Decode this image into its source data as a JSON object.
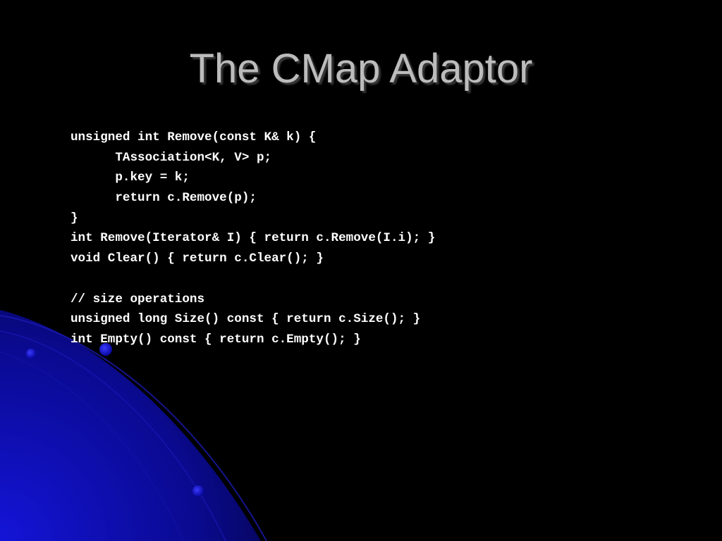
{
  "slide": {
    "title": "The CMap Adaptor",
    "code_lines": [
      "unsigned int Remove(const K& k) {",
      "      TAssociation<K, V> p;",
      "      p.key = k;",
      "      return c.Remove(p);",
      "}",
      "int Remove(Iterator& I) { return c.Remove(I.i); }",
      "void Clear() { return c.Clear(); }",
      "",
      "// size operations",
      "unsigned long Size() const { return c.Size(); }",
      "int Empty() const { return c.Empty(); }"
    ]
  },
  "colors": {
    "background": "#000000",
    "title": "#bcbcbc",
    "code_text": "#ffffff",
    "accent_blue": "#1010c8"
  }
}
